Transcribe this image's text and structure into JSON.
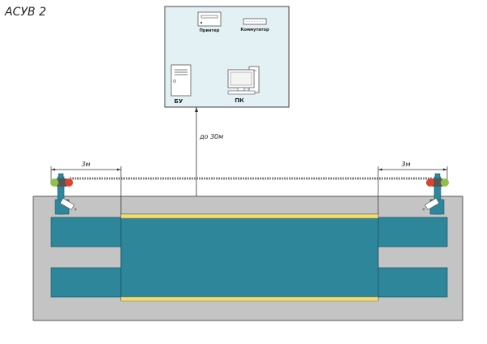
{
  "title": "АСУВ 2",
  "control_room": {
    "printer_label": "Принтер",
    "switch_label": "Коммутатор",
    "control_unit_label": "БУ",
    "pc_label": "ПК"
  },
  "dimensions": {
    "cable_length": "до 30м",
    "left_offset": "3м",
    "right_offset": "3м"
  },
  "colors": {
    "room_fill": "#e3f1f4",
    "pit_fill": "#c4c4c4",
    "scale_fill": "#2e869a",
    "rail_yellow": "#f2dc72",
    "light_green": "#8fc04a",
    "light_red": "#d9442f"
  }
}
